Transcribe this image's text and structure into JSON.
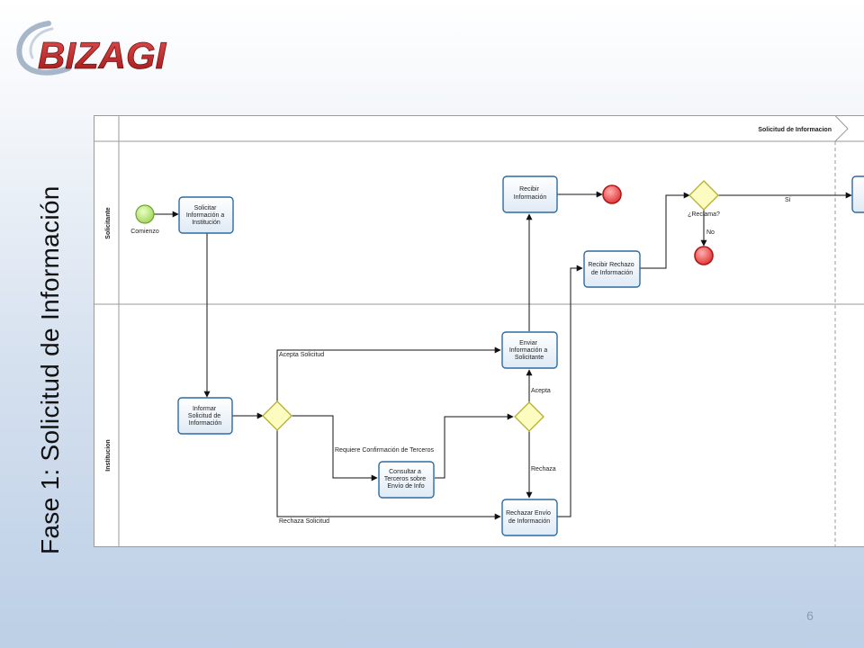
{
  "slide": {
    "title": "Fase 1: Solicitud de Información",
    "page_number": "6",
    "logo_text": "BizAgi"
  },
  "diagram": {
    "pool_title": "Solicitud de Informacion",
    "lanes": {
      "top": "Solicitante",
      "bottom": "Institucion"
    },
    "events": {
      "start_label": "Comienzo"
    },
    "tasks": {
      "solicitar": [
        "Solicitar",
        "Información a",
        "Institución"
      ],
      "recibir_info": [
        "Recibir",
        "Información"
      ],
      "recibir_rechazo": [
        "Recibir Rechazo",
        "de Información"
      ],
      "informar": [
        "Informar",
        "Solicitud de",
        "Información"
      ],
      "enviar": [
        "Enviar",
        "Información a",
        "Solicitante"
      ],
      "consultar": [
        "Consultar a",
        "Terceros sobre",
        "Envío de Info"
      ],
      "rechazar": [
        "Rechazar Envío",
        "de Información"
      ]
    },
    "gateways": {
      "reclama": "¿Reclama?"
    },
    "flows": {
      "si": "Sí",
      "no": "No",
      "acepta_solicitud": "Acepta Solicitud",
      "requiere": "Requiere Confirmación de Terceros",
      "rechaza_solicitud": "Rechaza Solicitud",
      "acepta": "Acepta",
      "rechaza": "Rechaza"
    },
    "colors": {
      "task_border": "#2f6a9f",
      "task_fill": "#f0f6fc",
      "start_fill": "#c8ec8a",
      "start_border": "#6aa52a",
      "end_fill": "#ef5a5a",
      "end_border": "#b01818",
      "gateway_fill": "#fcfcc0",
      "gateway_border": "#b6b030"
    }
  }
}
